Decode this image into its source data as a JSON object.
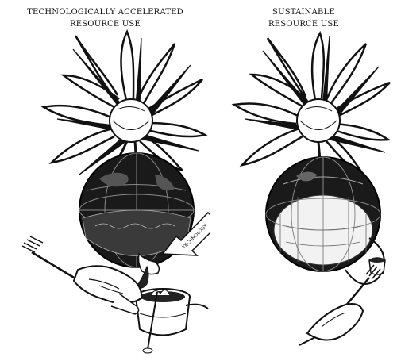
{
  "panels": [
    {
      "id": "technological",
      "caption_line1": "TECHNOLOGICALLY ACCELERATED",
      "caption_line2": "RESOURCE USE",
      "arrow_label": "TECHNOLOGY"
    },
    {
      "id": "sustainable",
      "caption_line1": "SUSTAINABLE",
      "caption_line2": "RESOURCE USE"
    }
  ]
}
